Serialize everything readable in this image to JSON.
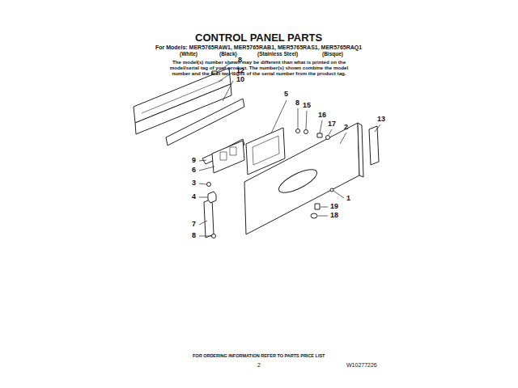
{
  "diagram": {
    "title": "CONTROL PANEL PARTS",
    "labels": [
      "For Models: MER5765RAW1, MER5765RAB1, MER5765RAS1, MER5765RAQ1",
      "(White)",
      "(Black)",
      "(Stainless Steel)",
      "(Bisque)",
      "The model(s) number shown may be different than what is printed on the model/serial tag of your product. The number(s) shown combine the model number and the first two digits of the serial number from the product tag.",
      "8",
      "12",
      "10",
      "5",
      "8",
      "15",
      "16",
      "17",
      "2",
      "13",
      "9",
      "6",
      "3",
      "4",
      "7",
      "8",
      "1",
      "19",
      "18",
      "FOR ORDERING INFORMATION REFER TO PARTS PRICE LIST",
      "2",
      "W10277226"
    ]
  }
}
